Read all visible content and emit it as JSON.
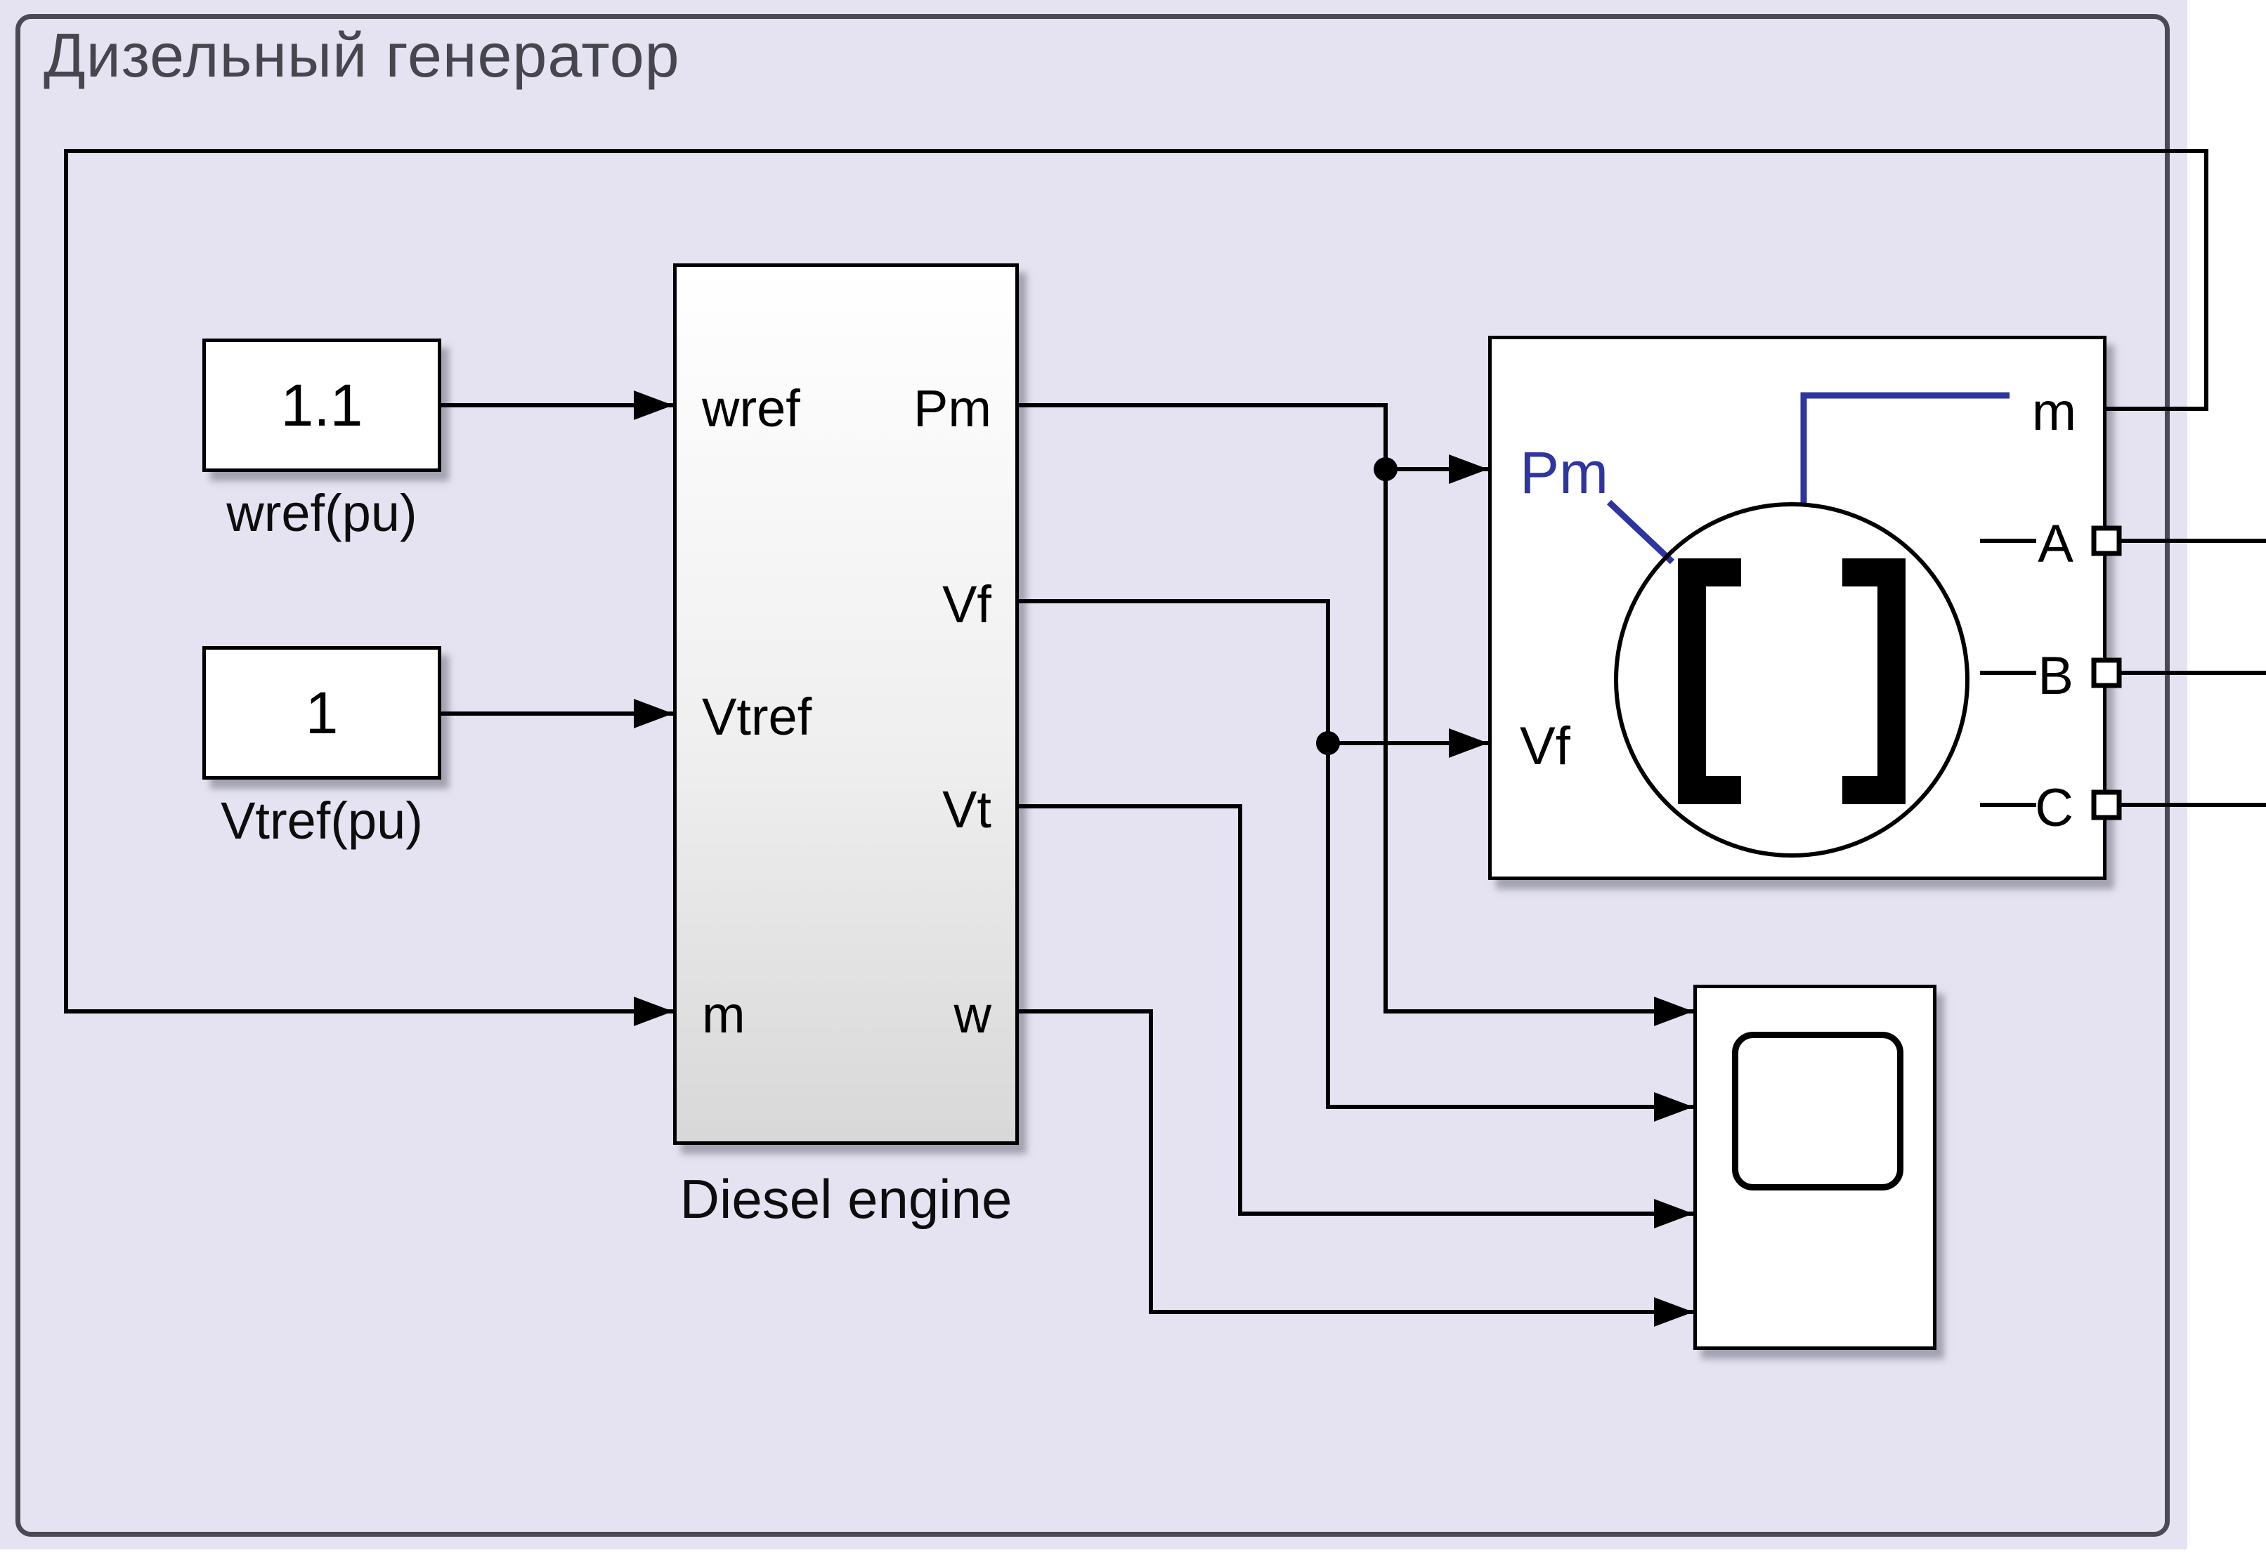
{
  "subsystem": {
    "title": "Дизельный генератор"
  },
  "blocks": {
    "wref_const": {
      "value": "1.1",
      "label": "wref(pu)"
    },
    "vtref_const": {
      "value": "1",
      "label": "Vtref(pu)"
    },
    "diesel_engine": {
      "label": "Diesel engine",
      "input_ports": [
        {
          "label": "wref"
        },
        {
          "label": "Vtref"
        },
        {
          "label": "m"
        }
      ],
      "output_ports": [
        {
          "label": "Pm"
        },
        {
          "label": "Vf"
        },
        {
          "label": "Vt"
        },
        {
          "label": "w"
        }
      ]
    },
    "sync_machine": {
      "input_ports": [
        {
          "label": "Pm"
        },
        {
          "label": "Vf"
        }
      ],
      "output_ports": [
        {
          "label": "m"
        },
        {
          "label": "A"
        },
        {
          "label": "B"
        },
        {
          "label": "C"
        }
      ]
    }
  },
  "colors": {
    "background": "#e5e3f1",
    "boundary": "#4a4a55",
    "block_border": "#000000",
    "wire": "#000000",
    "machine_accent_blue": "#2e35a0"
  }
}
